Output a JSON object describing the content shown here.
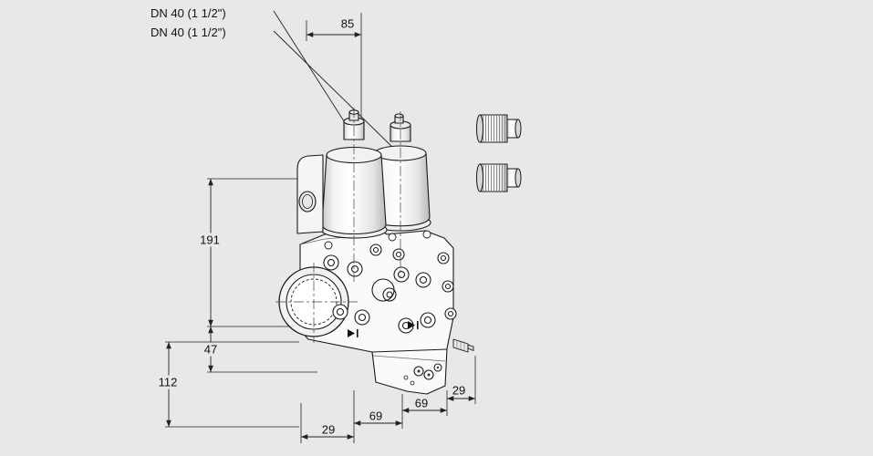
{
  "canvas": {
    "background_color": "#e8e8e8",
    "line_color": "#1a1a1a",
    "description": "Technical dimension drawing of a double solenoid gas valve with two sealing plugs"
  },
  "connection_labels": {
    "line1": "DN 40 (1 1/2\")",
    "line2": "DN 40 (1 1/2\")"
  },
  "dimensions": {
    "top_width": "85",
    "height_upper": "191",
    "height_mid": "47",
    "height_lower": "112",
    "bottom_left": "29",
    "bottom_mid_left": "69",
    "bottom_mid_right": "69",
    "bottom_right": "29"
  }
}
